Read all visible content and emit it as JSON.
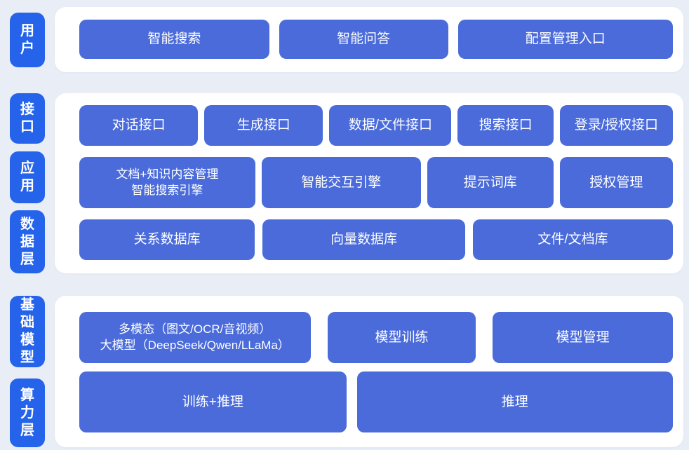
{
  "colors": {
    "page_background": "#E9EEF6",
    "panel_background": "#FFFFFF",
    "side_label_blue": "#2563EB",
    "button_blue": "#4A6BD9",
    "text_color": "#FFFFFF"
  },
  "labels": {
    "user": "用户",
    "interface": "接口",
    "application": "应用",
    "data": "数据层",
    "model": "基础模型",
    "compute": "算力层"
  },
  "band1": {
    "buttons": [
      "智能搜索",
      "智能问答",
      "配置管理入口"
    ]
  },
  "band2": {
    "row1": [
      "对话接口",
      "生成接口",
      "数据/文件接口",
      "搜索接口",
      "登录/授权接口"
    ],
    "row2": [
      "文档+知识内容管理\n智能搜索引擎",
      "智能交互引擎",
      "提示词库",
      "授权管理"
    ],
    "row3": [
      "关系数据库",
      "向量数据库",
      "文件/文档库"
    ]
  },
  "band3": {
    "row1": [
      "多模态（图文/OCR/音视频）\n大模型（DeepSeek/Qwen/LLaMa）",
      "模型训练",
      "模型管理"
    ],
    "row2": [
      "训练+推理",
      "推理"
    ]
  }
}
